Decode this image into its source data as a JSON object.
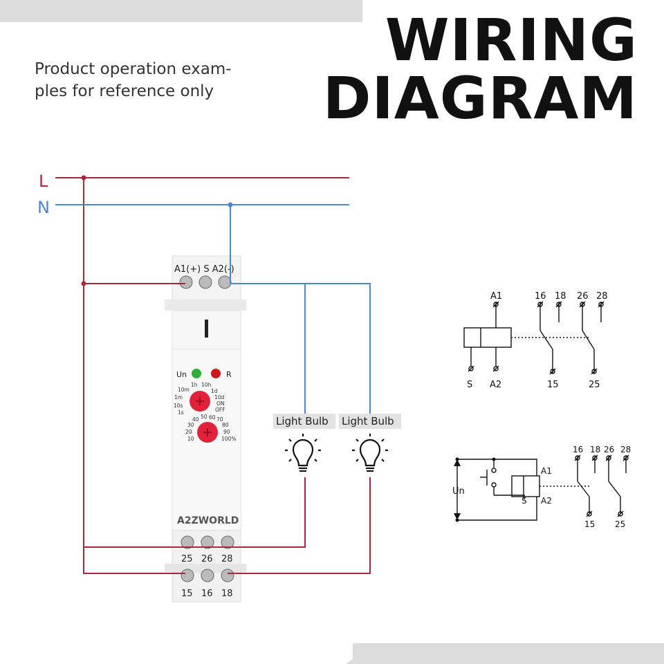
{
  "note": {
    "line1": "Product operation exam-",
    "line2": "ples for reference only"
  },
  "title": {
    "line1": "WIRING",
    "line2": "DIAGRAM"
  },
  "lines": {
    "live": "L",
    "neutral": "N"
  },
  "colors": {
    "live": "#a8283a",
    "neutral": "#4a86d8",
    "knob": "#e2223a",
    "led_green": "#2fae3a",
    "led_red": "#d01818",
    "bulb_label_bg": "#e2e2e2"
  },
  "relay": {
    "top_terminals": "A1(+) S A2(-)",
    "brand": "A2ZWORLD",
    "led_un": "Un",
    "led_r": "R",
    "time_dial": [
      "10m",
      "1h",
      "10h",
      "1d",
      "10d",
      "ON",
      "OFF",
      "1s",
      "10s",
      "1m"
    ],
    "percent_dial": [
      "10",
      "20",
      "30",
      "40",
      "50",
      "60",
      "70",
      "80",
      "90",
      "100%"
    ],
    "bottom_row1": [
      "25",
      "26",
      "28"
    ],
    "bottom_row2": [
      "15",
      "16",
      "18"
    ]
  },
  "bulbs": [
    {
      "label": "Light Bulb"
    },
    {
      "label": "Light Bulb"
    }
  ],
  "schematic1": {
    "coil_top": "A1",
    "coil_bottom_left": "S",
    "coil_bottom_right": "A2",
    "contacts_top": [
      "16",
      "18",
      "26",
      "28"
    ],
    "contacts_bottom": [
      "15",
      "25"
    ]
  },
  "schematic2": {
    "supply": "Un",
    "coil_top": "A1",
    "coil_s": "S",
    "coil_bottom": "A2",
    "contacts_top": [
      "16",
      "18",
      "26",
      "28"
    ],
    "contacts_bottom": [
      "15",
      "25"
    ]
  }
}
